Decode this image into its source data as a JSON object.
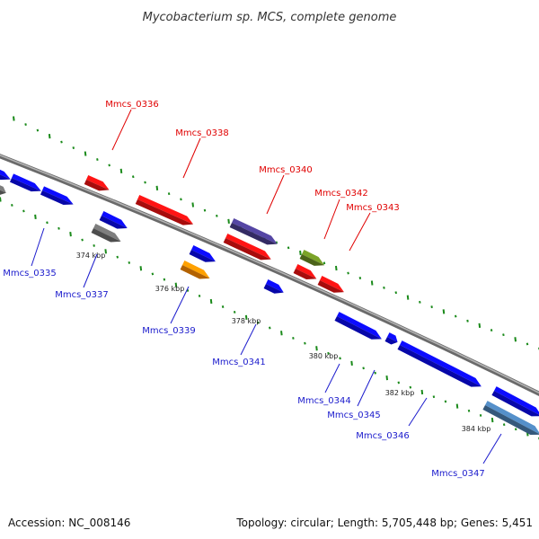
{
  "title": "Mycobacterium sp. MCS, complete genome",
  "footer": {
    "accession": "Accession: NC_008146",
    "topology": "Topology: circular; Length: 5,705,448 bp; Genes: 5,451"
  },
  "colors": {
    "backbone": "#808080",
    "tick": "#1a8a1a",
    "forward_label": "#e00000",
    "reverse_label": "#1a1acc",
    "gene_blue": "#0a0af0",
    "gene_red": "#ee1111",
    "gene_gray": "#6e6e6e",
    "gene_orange": "#ff8c00",
    "gene_purple": "#4a3d8f",
    "gene_olive": "#6b8e23",
    "gene_steel": "#4a7db0"
  },
  "scale_labels": [
    "374 kbp",
    "376 kbp",
    "378 kbp",
    "380 kbp",
    "382 kbp",
    "384 kbp"
  ],
  "forward_labels": [
    "Mmcs_0336",
    "Mmcs_0338",
    "Mmcs_0340",
    "Mmcs_0342",
    "Mmcs_0343"
  ],
  "reverse_labels": [
    "Mmcs_0335",
    "Mmcs_0337",
    "Mmcs_0339",
    "Mmcs_0341",
    "Mmcs_0344",
    "Mmcs_0345",
    "Mmcs_0346",
    "Mmcs_0347"
  ]
}
